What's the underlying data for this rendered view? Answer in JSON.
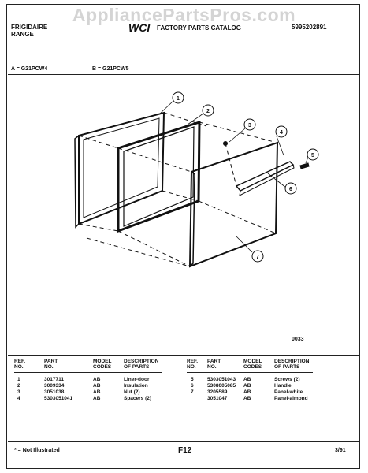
{
  "watermark": "AppliancePartsPros.com",
  "header": {
    "brand_line1": "FRIGIDAIRE",
    "brand_line2": "RANGE",
    "catalog_logo": "WCI",
    "catalog_title": "FACTORY PARTS CATALOG",
    "doc_number": "5995202891",
    "models": [
      "A = G21PCW4",
      "B = G21PCW5"
    ]
  },
  "diagram": {
    "callouts": [
      "1",
      "2",
      "3",
      "4",
      "5",
      "6",
      "7"
    ],
    "code": "0033"
  },
  "parts_table": {
    "headers": {
      "ref1": "REF.",
      "ref2": "NO.",
      "part1": "PART",
      "part2": "NO.",
      "model1": "MODEL",
      "model2": "CODES",
      "desc1": "DESCRIPTION",
      "desc2": "OF PARTS"
    },
    "left": [
      {
        "ref": "1",
        "part": "3017711",
        "codes": "AB",
        "desc": "Liner-door"
      },
      {
        "ref": "2",
        "part": "3009334",
        "codes": "AB",
        "desc": "Insulation"
      },
      {
        "ref": "3",
        "part": "3051038",
        "codes": "AB",
        "desc": "Nut (2)"
      },
      {
        "ref": "4",
        "part": "5303051041",
        "codes": "AB",
        "desc": "Spacers (2)"
      }
    ],
    "right": [
      {
        "ref": "5",
        "part": "5303051043",
        "codes": "AB",
        "desc": "Screws (2)"
      },
      {
        "ref": "6",
        "part": "5308005085",
        "codes": "AB",
        "desc": "Handle"
      },
      {
        "ref": "7",
        "part": "3205589",
        "codes": "AB",
        "desc": "Panel-white"
      },
      {
        "ref": "",
        "part": "3051047",
        "codes": "AB",
        "desc": "Panel-almond"
      }
    ]
  },
  "footer": {
    "note": "* = Not Illustrated",
    "page": "F12",
    "date": "3/91"
  }
}
